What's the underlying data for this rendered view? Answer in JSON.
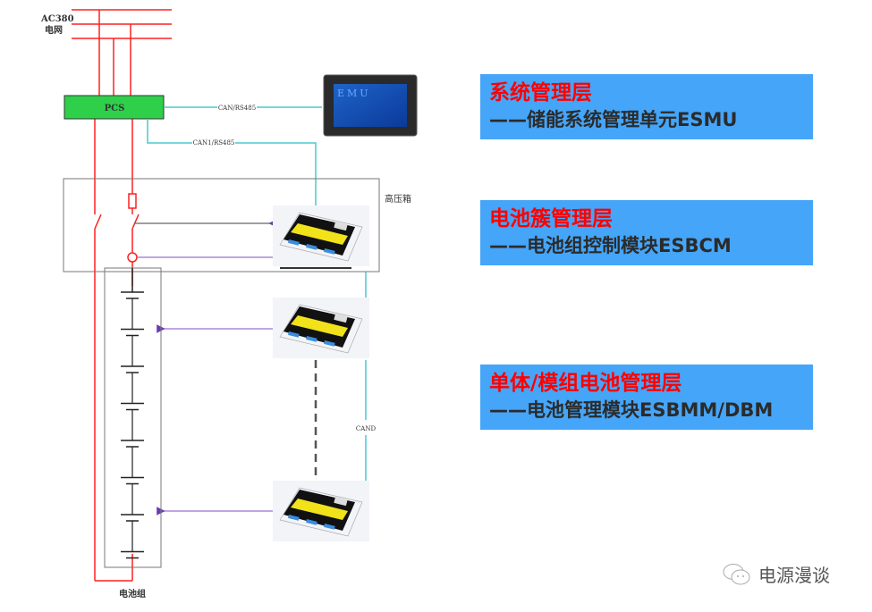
{
  "diagram": {
    "grid_label_line1": "AC380",
    "grid_label_line2": "电网",
    "pcs_label": "PCS",
    "link_pcs_emu": "CAN/RS485",
    "link_pcs_bcm": "CAN1/RS485",
    "link_bcm_bmm": "CAND",
    "emu_screen_text": "EMU",
    "hv_box_label": "高压箱",
    "battery_label": "电池组"
  },
  "layers": [
    {
      "title": "系统管理层",
      "subtitle": "——储能系统管理单元ESMU"
    },
    {
      "title": "电池簇管理层",
      "subtitle": "——电池组控制模块ESBCM"
    },
    {
      "title": "单体/模组电池管理层",
      "subtitle": "——电池管理模块ESBMM/DBM"
    }
  ],
  "watermark": {
    "icon": "wechat-icon",
    "text": "电源漫谈"
  },
  "colors": {
    "power": "#ff2020",
    "comm": "#4cc9d0",
    "signal": "#9b6fd0",
    "pcs": "#2ed04a",
    "layer_bg": "#45a5f8",
    "title": "#ff0000"
  }
}
